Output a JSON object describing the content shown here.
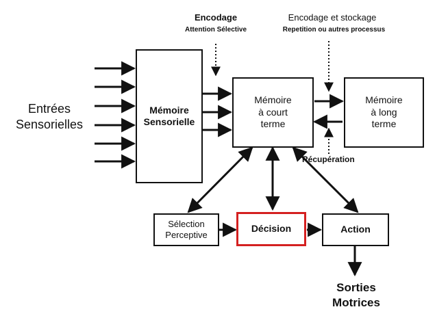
{
  "inputs_label": "Entrées\nSensorielles",
  "outputs_label": "Sorties\nMotrices",
  "boxes": {
    "sensory_memory": "Mémoire\nSensorielle",
    "short_term_memory": "Mémoire\nà court\nterme",
    "long_term_memory": "Mémoire\nà long\nterme",
    "perceptual_selection": "Sélection\nPerceptive",
    "decision": "Décision",
    "action": "Action"
  },
  "encoding": {
    "title": "Encodage",
    "subtitle": "Attention Sélective"
  },
  "encoding_storage": {
    "title": "Encodage et stockage",
    "subtitle": "Repetition ou autres processus"
  },
  "retrieval_label": "Récupération",
  "colors": {
    "line": "#111111",
    "decision_border": "#d42020"
  }
}
